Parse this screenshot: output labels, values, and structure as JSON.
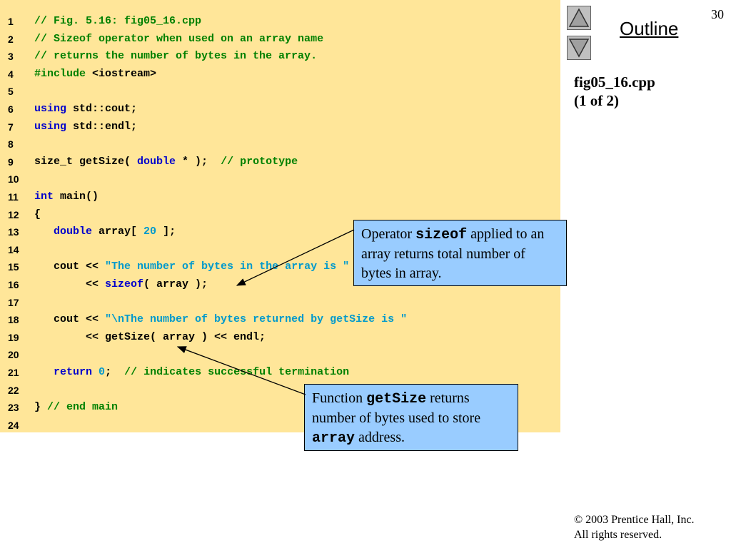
{
  "slide": {
    "page_number": "30",
    "outline_label": "Outline",
    "file_title": "fig05_16.cpp",
    "file_part": "(1 of 2)"
  },
  "nav": {
    "up_icon": "triangle-up-icon",
    "down_icon": "triangle-down-icon"
  },
  "code": {
    "lines": [
      {
        "no": "1",
        "tokens": [
          {
            "t": "comment",
            "v": "// Fig. 5.16: fig05_16.cpp"
          }
        ]
      },
      {
        "no": "2",
        "tokens": [
          {
            "t": "comment",
            "v": "// Sizeof operator when used on an array name"
          }
        ]
      },
      {
        "no": "3",
        "tokens": [
          {
            "t": "comment",
            "v": "// returns the number of bytes in the array."
          }
        ]
      },
      {
        "no": "4",
        "tokens": [
          {
            "t": "comment",
            "v": "#include"
          },
          {
            "t": "plain",
            "v": " <iostream>"
          }
        ]
      },
      {
        "no": "5",
        "tokens": []
      },
      {
        "no": "6",
        "tokens": [
          {
            "t": "keyword",
            "v": "using"
          },
          {
            "t": "plain",
            "v": " std::cout;"
          }
        ]
      },
      {
        "no": "7",
        "tokens": [
          {
            "t": "keyword",
            "v": "using"
          },
          {
            "t": "plain",
            "v": " std::endl;"
          }
        ]
      },
      {
        "no": "8",
        "tokens": []
      },
      {
        "no": "9",
        "tokens": [
          {
            "t": "plain",
            "v": "size_t getSize( "
          },
          {
            "t": "keyword",
            "v": "double"
          },
          {
            "t": "plain",
            "v": " * );  "
          },
          {
            "t": "comment",
            "v": "// prototype"
          }
        ]
      },
      {
        "no": "10",
        "tokens": []
      },
      {
        "no": "11",
        "tokens": [
          {
            "t": "keyword",
            "v": "int"
          },
          {
            "t": "plain",
            "v": " main()"
          }
        ]
      },
      {
        "no": "12",
        "tokens": [
          {
            "t": "plain",
            "v": "{"
          }
        ]
      },
      {
        "no": "13",
        "tokens": [
          {
            "t": "plain",
            "v": "   "
          },
          {
            "t": "keyword",
            "v": "double"
          },
          {
            "t": "plain",
            "v": " array[ "
          },
          {
            "t": "string",
            "v": "20"
          },
          {
            "t": "plain",
            "v": " ];"
          }
        ]
      },
      {
        "no": "14",
        "tokens": []
      },
      {
        "no": "15",
        "tokens": [
          {
            "t": "plain",
            "v": "   cout << "
          },
          {
            "t": "string",
            "v": "\"The number of bytes in the array is \""
          }
        ]
      },
      {
        "no": "16",
        "tokens": [
          {
            "t": "plain",
            "v": "        << "
          },
          {
            "t": "keyword",
            "v": "sizeof"
          },
          {
            "t": "plain",
            "v": "( array );"
          }
        ]
      },
      {
        "no": "17",
        "tokens": []
      },
      {
        "no": "18",
        "tokens": [
          {
            "t": "plain",
            "v": "   cout << "
          },
          {
            "t": "string",
            "v": "\"\\nThe number of bytes returned by getSize is \""
          }
        ]
      },
      {
        "no": "19",
        "tokens": [
          {
            "t": "plain",
            "v": "        << getSize( array ) << endl;"
          }
        ]
      },
      {
        "no": "20",
        "tokens": []
      },
      {
        "no": "21",
        "tokens": [
          {
            "t": "plain",
            "v": "   "
          },
          {
            "t": "keyword",
            "v": "return"
          },
          {
            "t": "plain",
            "v": " "
          },
          {
            "t": "string",
            "v": "0"
          },
          {
            "t": "plain",
            "v": ";  "
          },
          {
            "t": "comment",
            "v": "// indicates successful termination"
          }
        ]
      },
      {
        "no": "22",
        "tokens": []
      },
      {
        "no": "23",
        "tokens": [
          {
            "t": "plain",
            "v": "} "
          },
          {
            "t": "comment",
            "v": "// end main"
          }
        ]
      },
      {
        "no": "24",
        "tokens": []
      }
    ]
  },
  "callouts": {
    "sizeof": {
      "pre": "Operator ",
      "mono": "sizeof",
      "post": " applied to an array returns total number of bytes in array."
    },
    "getsize": {
      "pre": "Function ",
      "mono": "getSize",
      "mid": " returns number of bytes used to store ",
      "mono2": "array",
      "post": " address."
    }
  },
  "footer": {
    "line1": "© 2003 Prentice Hall, Inc.",
    "line2": "All rights reserved."
  },
  "colors": {
    "code_background": "#ffe699",
    "callout_background": "#99ccff",
    "comment": "#008000",
    "keyword": "#0000cc",
    "literal": "#0099cc"
  }
}
